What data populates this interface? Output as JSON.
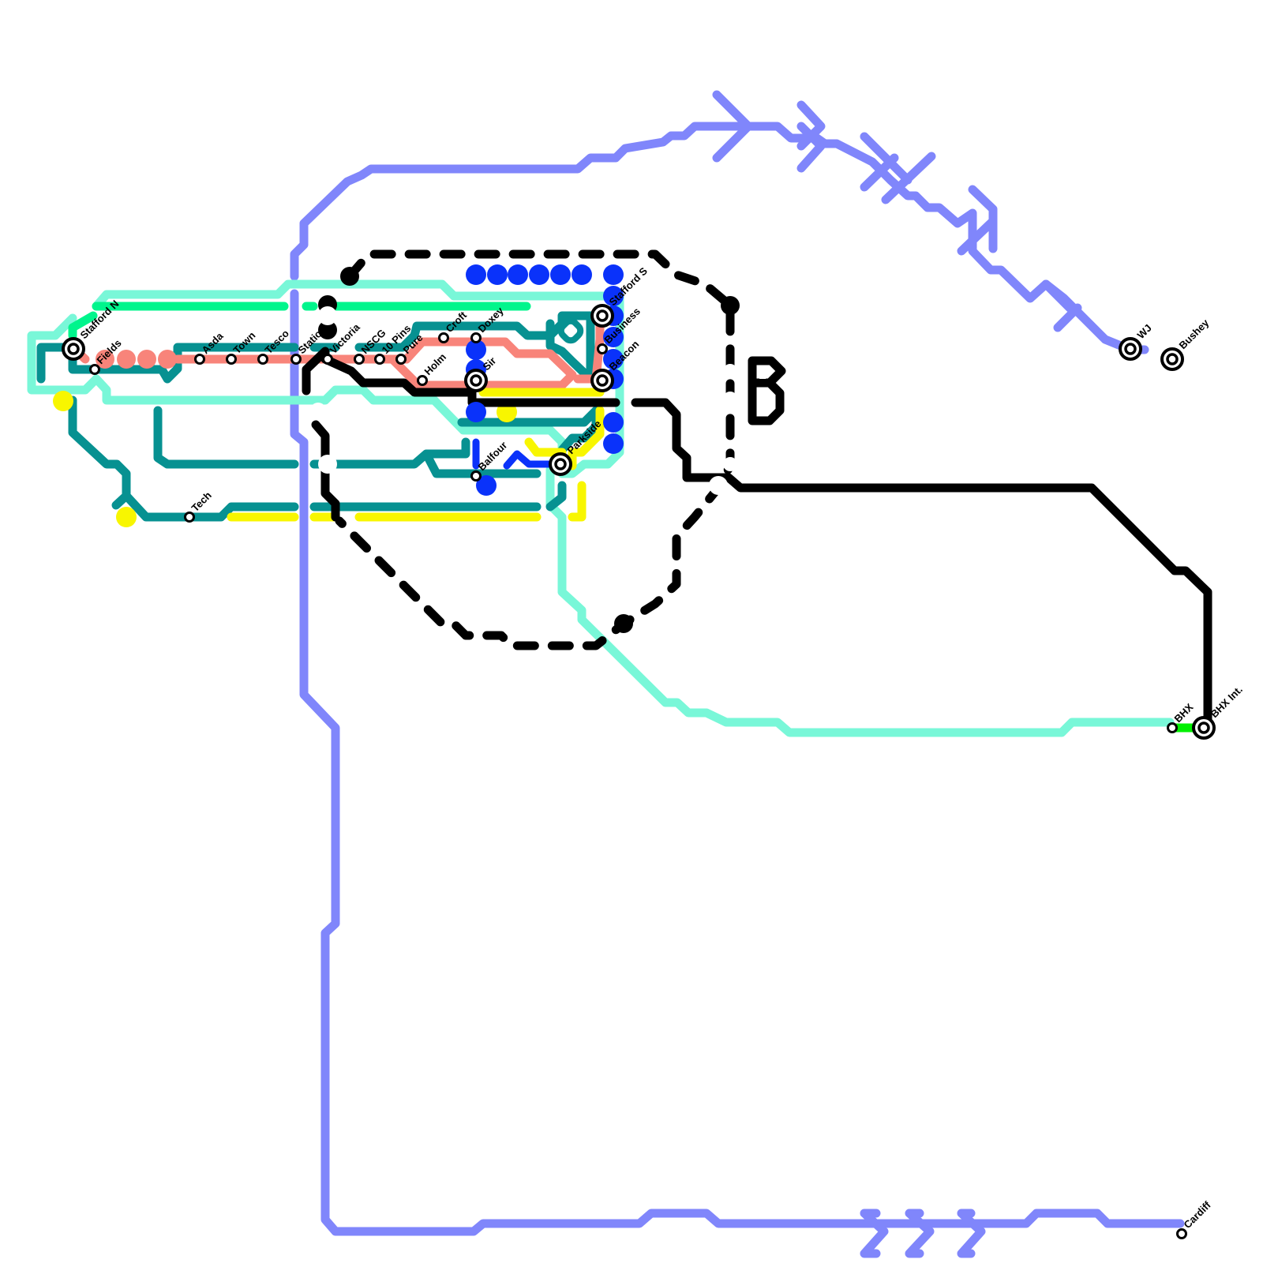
{
  "map_title": "",
  "colors": {
    "periwinkle": "#8086fb",
    "aqua": "#79f7d8",
    "mint_green": "#00f58c",
    "teal": "#079191",
    "salmon": "#f8847a",
    "black": "#000000",
    "blue": "#0a32fa",
    "yellow": "#f8f600",
    "green": "#00f000"
  },
  "lines": [
    {
      "id": "periwinkle",
      "color_key": "periwinkle",
      "style": "solid",
      "note_icon": "arrow-chevron-icon"
    },
    {
      "id": "aqua",
      "color_key": "aqua",
      "style": "solid"
    },
    {
      "id": "mint",
      "color_key": "mint_green",
      "style": "solid"
    },
    {
      "id": "teal",
      "color_key": "teal",
      "style": "solid"
    },
    {
      "id": "salmon",
      "color_key": "salmon",
      "style": "solid"
    },
    {
      "id": "black-main",
      "color_key": "black",
      "style": "solid"
    },
    {
      "id": "black-loop",
      "color_key": "black",
      "style": "dashed"
    },
    {
      "id": "blue",
      "color_key": "blue",
      "style": "dotted"
    },
    {
      "id": "yellow",
      "color_key": "yellow",
      "style": "solid"
    }
  ],
  "stations": [
    {
      "name": "Stafford N",
      "type": "interchange"
    },
    {
      "name": "Fields",
      "type": "stop"
    },
    {
      "name": "Asda",
      "type": "stop"
    },
    {
      "name": "Town",
      "type": "stop"
    },
    {
      "name": "Tesco",
      "type": "stop"
    },
    {
      "name": "Station",
      "type": "stop"
    },
    {
      "name": "Victoria",
      "type": "stop"
    },
    {
      "name": "NSCG",
      "type": "stop"
    },
    {
      "name": "10 Pins",
      "type": "stop"
    },
    {
      "name": "Pure",
      "type": "stop"
    },
    {
      "name": "Holm",
      "type": "stop"
    },
    {
      "name": "Croft",
      "type": "stop"
    },
    {
      "name": "Doxey",
      "type": "stop"
    },
    {
      "name": "Sir",
      "type": "interchange"
    },
    {
      "name": "Stafford S",
      "type": "interchange"
    },
    {
      "name": "Business",
      "type": "stop"
    },
    {
      "name": "Beacon",
      "type": "interchange"
    },
    {
      "name": "Parkside",
      "type": "interchange"
    },
    {
      "name": "Balfour",
      "type": "stop"
    },
    {
      "name": "Tech",
      "type": "stop"
    },
    {
      "name": "WJ",
      "type": "interchange"
    },
    {
      "name": "Bushey",
      "type": "interchange"
    },
    {
      "name": "BHX",
      "type": "stop"
    },
    {
      "name": "BHX Int.",
      "type": "interchange"
    },
    {
      "name": "Cardiff",
      "type": "stop"
    }
  ],
  "logo": {
    "text": "B",
    "icon": "network-logo-icon"
  }
}
